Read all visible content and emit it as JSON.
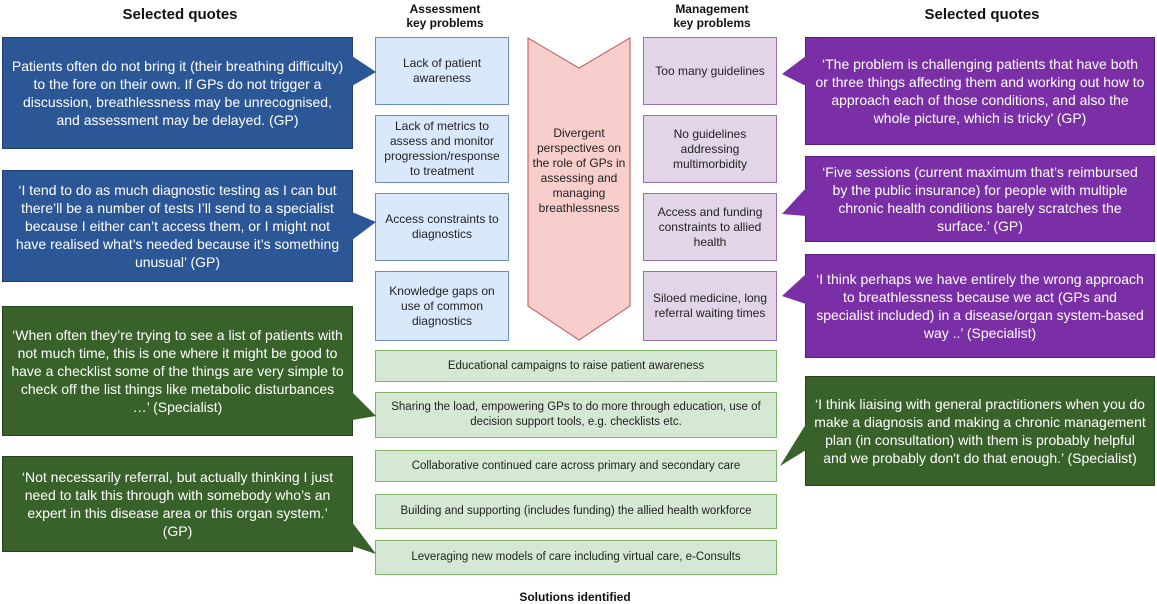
{
  "headings": {
    "left_quotes": "Selected quotes",
    "right_quotes": "Selected quotes",
    "assessment": "Assessment\nkey problems",
    "assessment_l1": "Assessment",
    "assessment_l2": "key problems",
    "management_l1": "Management",
    "management_l2": "key problems",
    "solutions": "Solutions identified"
  },
  "center": "Divergent perspectives on the role of GPs in assessing and managing breathlessness",
  "assessment_problems": [
    "Lack of patient awareness",
    "Lack of metrics to assess and monitor progression/response to treatment",
    "Access constraints to diagnostics",
    "Knowledge gaps on use of common diagnostics"
  ],
  "management_problems": [
    "Too many guidelines",
    "No guidelines addressing multimorbidity",
    "Access and funding constraints to allied health",
    "Siloed medicine, long referral waiting times"
  ],
  "solutions": [
    "Educational campaigns to raise patient awareness",
    "Sharing the load, empowering GPs to do more through education, use of decision support tools, e.g. checklists etc.",
    "Collaborative continued care across primary and secondary care",
    "Building and supporting (includes funding) the allied health workforce",
    "Leveraging new models of care including virtual care, e-Consults"
  ],
  "left_quotes": [
    "Patients often do not bring it (their breathing difficulty) to the fore on their own. If GPs do not trigger a discussion, breathlessness may be unrecognised, and assessment may be delayed. (GP)",
    "‘I tend to do as much diagnostic testing as I can but there’ll be a number of tests I’ll send to a specialist because I either can’t access them, or I might not have realised what’s needed because it’s something unusual’ (GP)",
    "‘When often they’re trying to see a list of patients with not much time, this is one where it might be good to have a checklist some of the things are very simple to check off the list things like metabolic disturbances …’ (Specialist)",
    "‘Not necessarily referral, but actually thinking I just need to talk this through with somebody who’s an expert in this disease area or this organ system.’ (GP)"
  ],
  "right_quotes": [
    "‘The problem is challenging patients that have both or three things affecting them and working out how to approach each of those conditions, and also the whole picture, which is tricky’ (GP)",
    "‘Five sessions (current maximum that’s reimbursed by the public insurance) for people with multiple chronic health conditions barely scratches the surface.’ (GP)",
    "‘I think perhaps we have entirely the wrong approach to breathlessness because we act (GPs and specialist included) in a disease/organ system-based way ..’ (Specialist)",
    "‘I think liaising with general practitioners when you do make a diagnosis and making a chronic management plan (in consultation) with them is probably helpful and we probably don't do that enough.’ (Specialist)"
  ],
  "colors": {
    "assessment_fill": "#dae8fc",
    "management_fill": "#e1d5e7",
    "solution_fill": "#d5e8d4",
    "center_fill": "#f8cecc",
    "quote_blue": "#2b5797",
    "quote_purple": "#7b2fa6",
    "quote_green": "#38622a"
  }
}
